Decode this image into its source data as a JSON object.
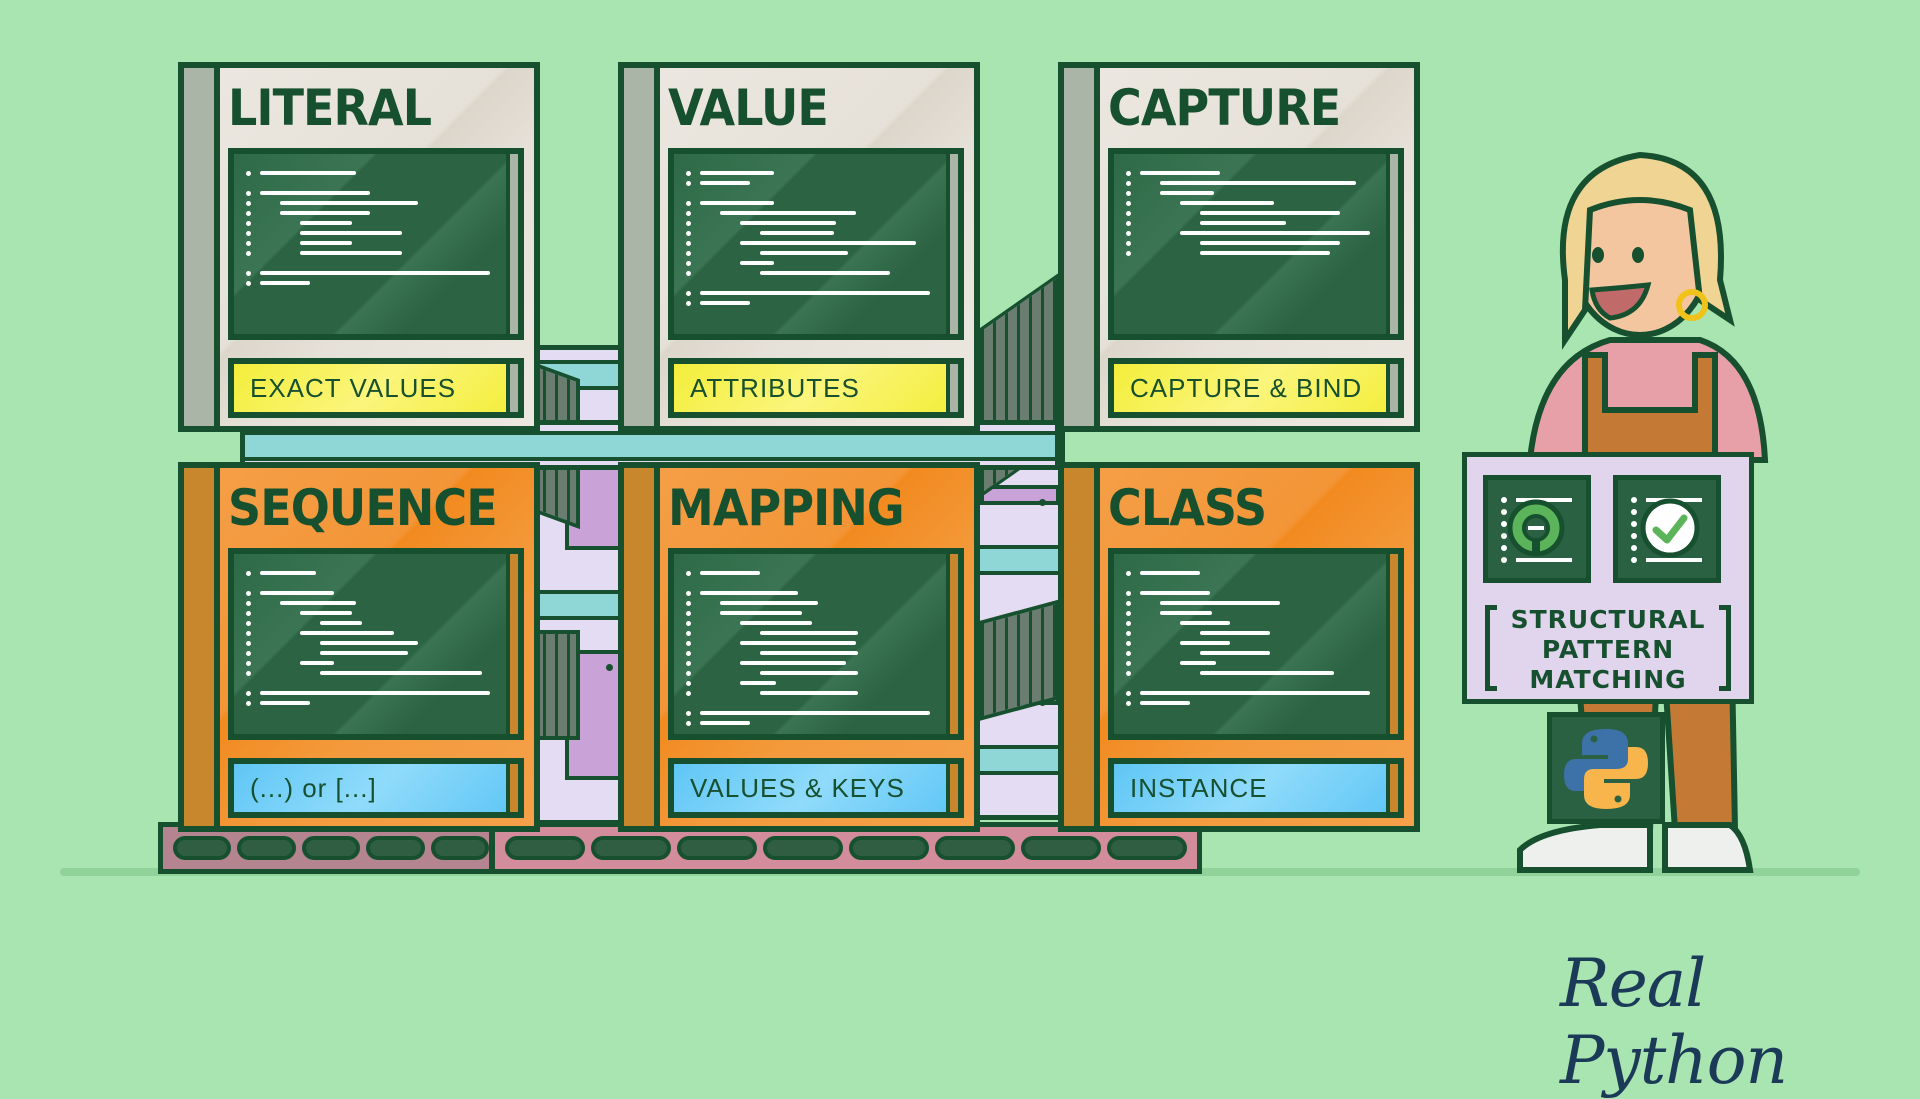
{
  "panels": [
    {
      "id": "literal",
      "title": "LITERAL",
      "label": "EXACT VALUES",
      "style": "light",
      "label_color": "yellow",
      "row": 0,
      "col": 0
    },
    {
      "id": "value",
      "title": "VALUE",
      "label": "ATTRIBUTES",
      "style": "light",
      "label_color": "yellow",
      "row": 0,
      "col": 1
    },
    {
      "id": "capture",
      "title": "CAPTURE",
      "label": "CAPTURE & BIND",
      "style": "light",
      "label_color": "yellow",
      "row": 0,
      "col": 2
    },
    {
      "id": "sequence",
      "title": "SEQUENCE",
      "label": "(...) or [...]",
      "style": "orange",
      "label_color": "blue",
      "row": 1,
      "col": 0
    },
    {
      "id": "mapping",
      "title": "MAPPING",
      "label": "VALUES & KEYS",
      "style": "orange",
      "label_color": "blue",
      "row": 1,
      "col": 1
    },
    {
      "id": "class",
      "title": "CLASS",
      "label": "INSTANCE",
      "style": "orange",
      "label_color": "blue",
      "row": 1,
      "col": 2
    }
  ],
  "sign": {
    "line1": "STRUCTURAL",
    "line2": "PATTERN",
    "line3": "MATCHING",
    "icons": [
      "search-code-icon",
      "check-code-icon"
    ]
  },
  "badge": {
    "icon": "python-logo-icon"
  },
  "brand": {
    "logo_text": "Real Python"
  },
  "colors": {
    "background": "#a8e5b0",
    "outline": "#17502f",
    "panel_light": "#e6e1d8",
    "panel_orange": "#f39537",
    "screen": "#2c6443",
    "label_yellow": "#f3ee3a",
    "label_blue": "#5fc6f5",
    "logo": "#1b3a57"
  }
}
